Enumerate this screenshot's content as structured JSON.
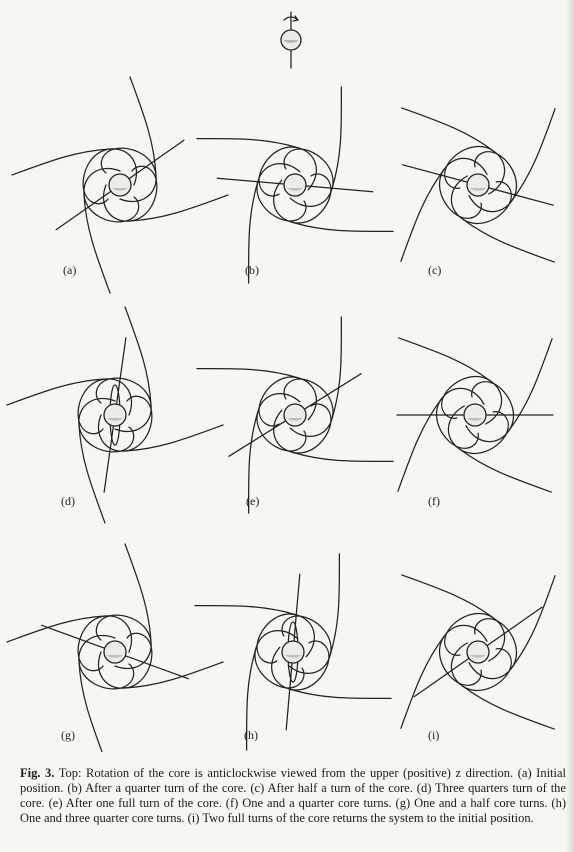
{
  "figure": {
    "panels": [
      {
        "id": "a",
        "label": "(a)",
        "angle": -35
      },
      {
        "id": "b",
        "label": "(b)",
        "angle": 5
      },
      {
        "id": "c",
        "label": "(c)",
        "angle": 15
      },
      {
        "id": "d",
        "label": "(d)",
        "angle": -82
      },
      {
        "id": "e",
        "label": "(e)",
        "angle": -32
      },
      {
        "id": "f",
        "label": "(f)",
        "angle": 0
      },
      {
        "id": "g",
        "label": "(g)",
        "angle": 20
      },
      {
        "id": "h",
        "label": "(h)",
        "angle": -85
      },
      {
        "id": "i",
        "label": "(i)",
        "angle": -35
      }
    ],
    "top_icon": "rotating-core-icon"
  },
  "caption": {
    "fig_label": "Fig. 3.",
    "text": "Top: Rotation of the core is anticlockwise viewed from the upper (positive) z direction. (a) Initial position. (b) After a quarter turn of the core. (c) After half a turn of the core. (d) Three quarters turn of the core. (e) After one full turn of the core. (f) One and a quarter core turns. (g) One and a half core turns. (h) One and three quarter core turns. (i) Two full turns of the core returns the system to the initial position."
  }
}
